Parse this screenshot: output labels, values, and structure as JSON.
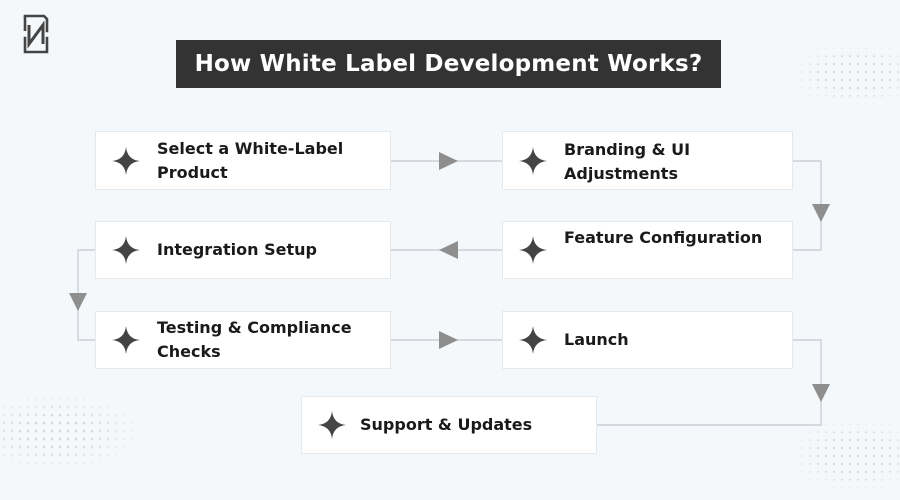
{
  "title": "How White Label Development Works?",
  "logo": {
    "icon": "n-logo-icon",
    "color": "#444444"
  },
  "colors": {
    "title_background": "#333333",
    "title_text": "#ffffff",
    "box_background": "#ffffff",
    "connector": "#c9d0d6",
    "arrow": "#8e8e8e",
    "star": "#444444"
  },
  "steps": [
    {
      "id": "select-product",
      "label": "Select a White-Label Product",
      "icon": "sparkle-icon"
    },
    {
      "id": "branding-ui",
      "label": "Branding & UI Adjustments",
      "icon": "sparkle-icon"
    },
    {
      "id": "feature-configuration",
      "label": "Feature Configuration",
      "icon": "sparkle-icon"
    },
    {
      "id": "integration-setup",
      "label": "Integration Setup",
      "icon": "sparkle-icon"
    },
    {
      "id": "testing-compliance",
      "label": "Testing & Compliance Checks",
      "icon": "sparkle-icon"
    },
    {
      "id": "launch",
      "label": "Launch",
      "icon": "sparkle-icon"
    },
    {
      "id": "support-updates",
      "label": "Support & Updates",
      "icon": "sparkle-icon"
    }
  ],
  "flow": [
    [
      "select-product",
      "branding-ui"
    ],
    [
      "branding-ui",
      "feature-configuration"
    ],
    [
      "feature-configuration",
      "integration-setup"
    ],
    [
      "integration-setup",
      "testing-compliance"
    ],
    [
      "testing-compliance",
      "launch"
    ],
    [
      "launch",
      "support-updates"
    ]
  ]
}
